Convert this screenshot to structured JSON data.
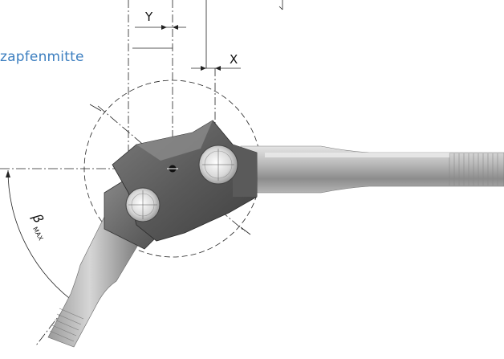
{
  "caption": "zapfenmitte",
  "labels": {
    "y": "Y",
    "x": "X",
    "beta": "β",
    "beta_sub": "MAX"
  }
}
